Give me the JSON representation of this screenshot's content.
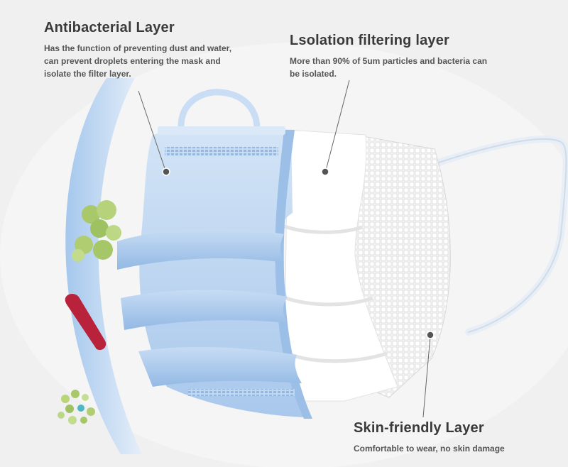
{
  "labels": {
    "antibacterial": {
      "title": "Antibacterial Layer",
      "desc_lines": [
        "Has the function of preventing dust and water,",
        "can prevent droplets entering the mask and",
        "isolate the filter layer."
      ]
    },
    "isolation": {
      "title": "Lsolation filtering layer",
      "desc_lines": [
        "More than 90% of 5um particles and bacteria can",
        "be isolated."
      ]
    },
    "skin": {
      "title": "Skin-friendly Layer",
      "desc_lines": [
        "Comfortable to wear, no skin damage"
      ]
    }
  },
  "colors": {
    "background": "#f0f0f0",
    "mask_blue": "#bcd6f2",
    "mask_blue_dark": "#8fb6e2",
    "filter_white": "#ffffff",
    "inner_grid": "#e6e6e6",
    "leader_line": "#666666",
    "title_text": "#3a3a3a",
    "desc_text": "#555555",
    "germ_green": "#a8c86a",
    "germ_red": "#b8233b"
  }
}
